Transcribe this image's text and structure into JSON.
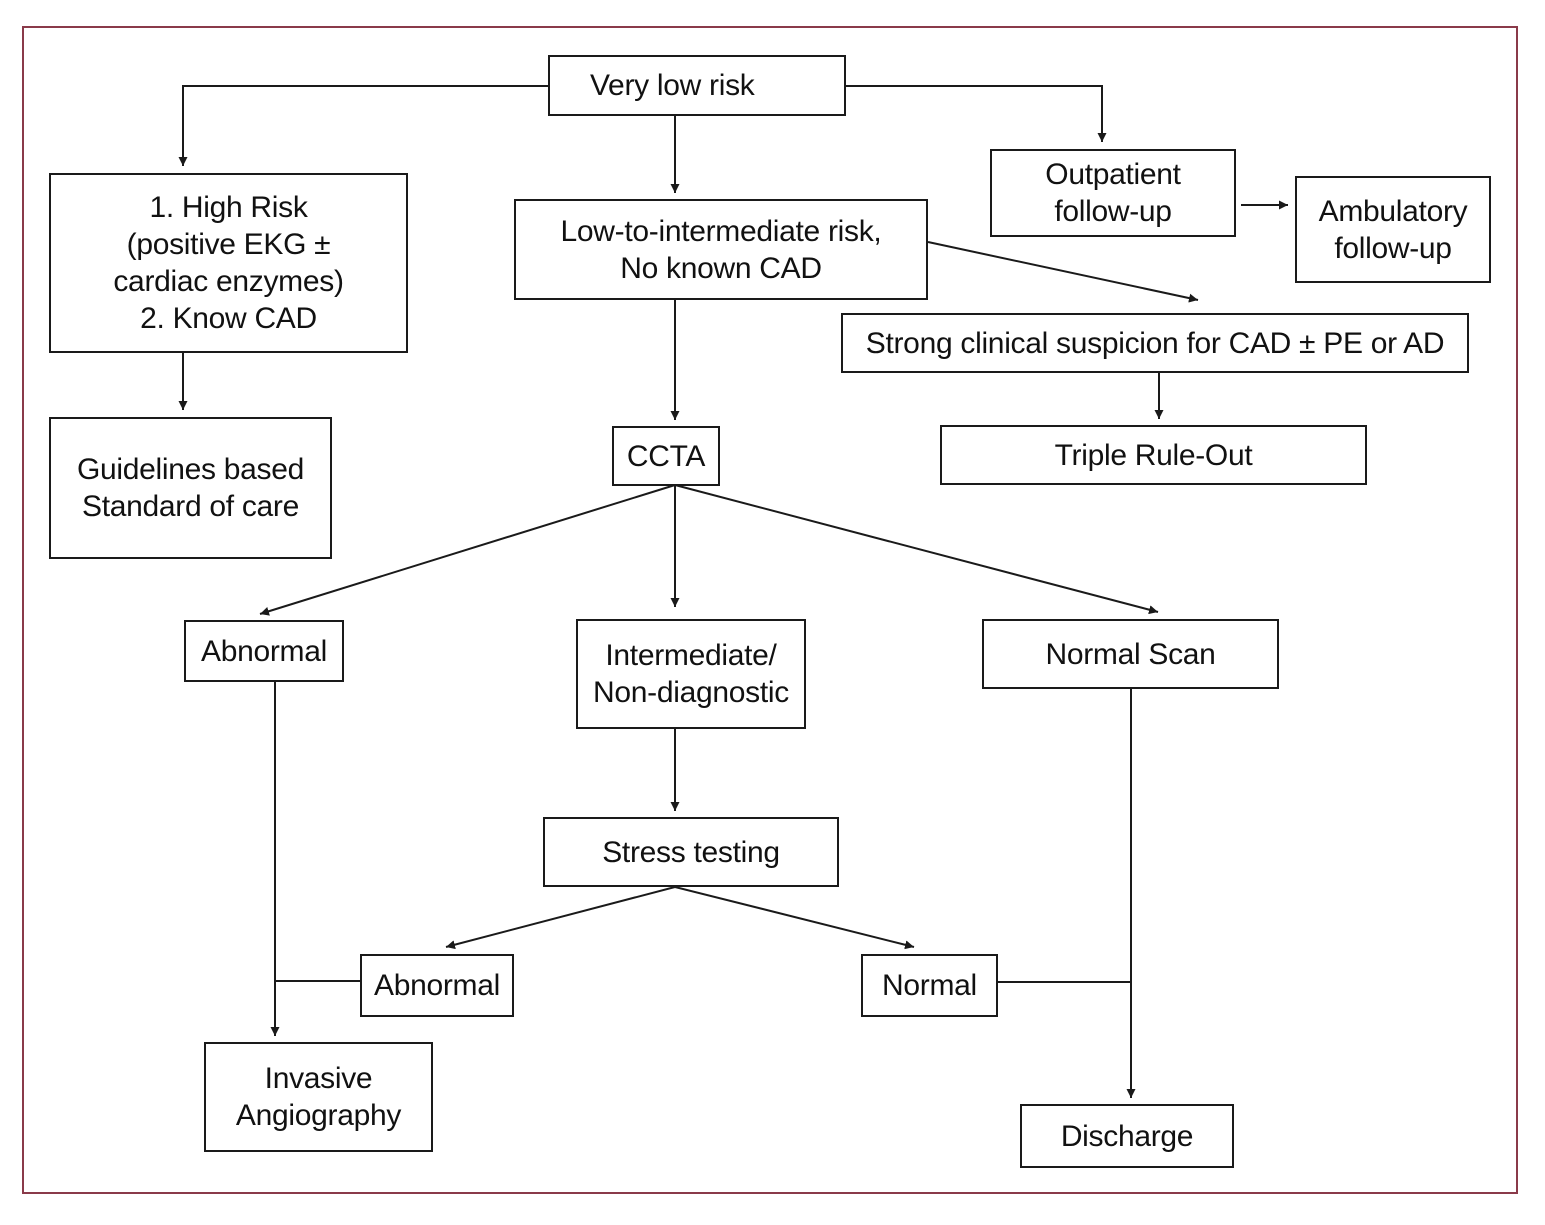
{
  "colors": {
    "frame": "#8a3a4a",
    "line": "#1a1a1a",
    "text": "#111111"
  },
  "nodes": {
    "very_low_risk": "Very low risk",
    "high_risk": "1. High Risk\n(positive EKG ±\ncardiac enzymes)\n2. Know CAD",
    "low_intermediate": "Low-to-intermediate risk,\nNo known CAD",
    "outpatient": "Outpatient\nfollow-up",
    "ambulatory": "Ambulatory\nfollow-up",
    "strong_suspicion": "Strong clinical suspicion for CAD ± PE or AD",
    "guidelines": "Guidelines based\nStandard of care",
    "ccta": "CCTA",
    "triple_rule_out": "Triple Rule-Out",
    "abnormal_ccta": "Abnormal",
    "intermediate": "Intermediate/\nNon-diagnostic",
    "normal_scan": "Normal Scan",
    "stress_testing": "Stress testing",
    "abnormal_stress": "Abnormal",
    "normal_stress": "Normal",
    "invasive_angiography": "Invasive\nAngiography",
    "discharge": "Discharge"
  }
}
